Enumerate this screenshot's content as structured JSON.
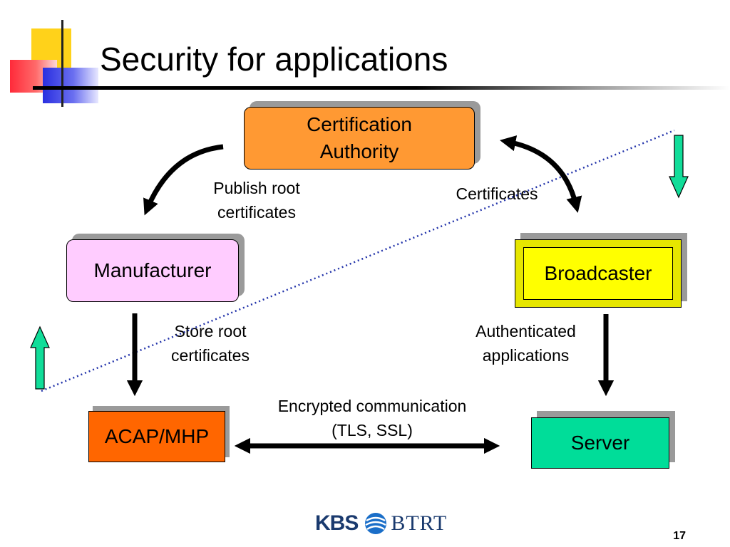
{
  "slide": {
    "title": "Security for applications",
    "page_number": "17"
  },
  "nodes": {
    "certification_authority": {
      "line1": "Certification",
      "line2": "Authority"
    },
    "manufacturer": "Manufacturer",
    "broadcaster": "Broadcaster",
    "acap_mhp": "ACAP/MHP",
    "server": "Server"
  },
  "edges": {
    "publish": {
      "line1": "Publish root",
      "line2": "certificates"
    },
    "certificates": "Certificates",
    "store": {
      "line1": "Store root",
      "line2": "certificates"
    },
    "authenticated": {
      "line1": "Authenticated",
      "line2": "applications"
    },
    "encrypted": {
      "line1": "Encrypted communication",
      "line2": "(TLS, SSL)"
    }
  },
  "footer": {
    "logo_kbs": "KBS",
    "logo_btrt": "BTRT"
  },
  "colors": {
    "ca_fill": "#ff9933",
    "manufacturer_fill": "#ffccff",
    "broadcaster_fill": "#ffff00",
    "acap_fill": "#ff6600",
    "server_fill": "#00dd99",
    "boundary_line": "#2233aa",
    "side_arrows": "#11dd99"
  }
}
